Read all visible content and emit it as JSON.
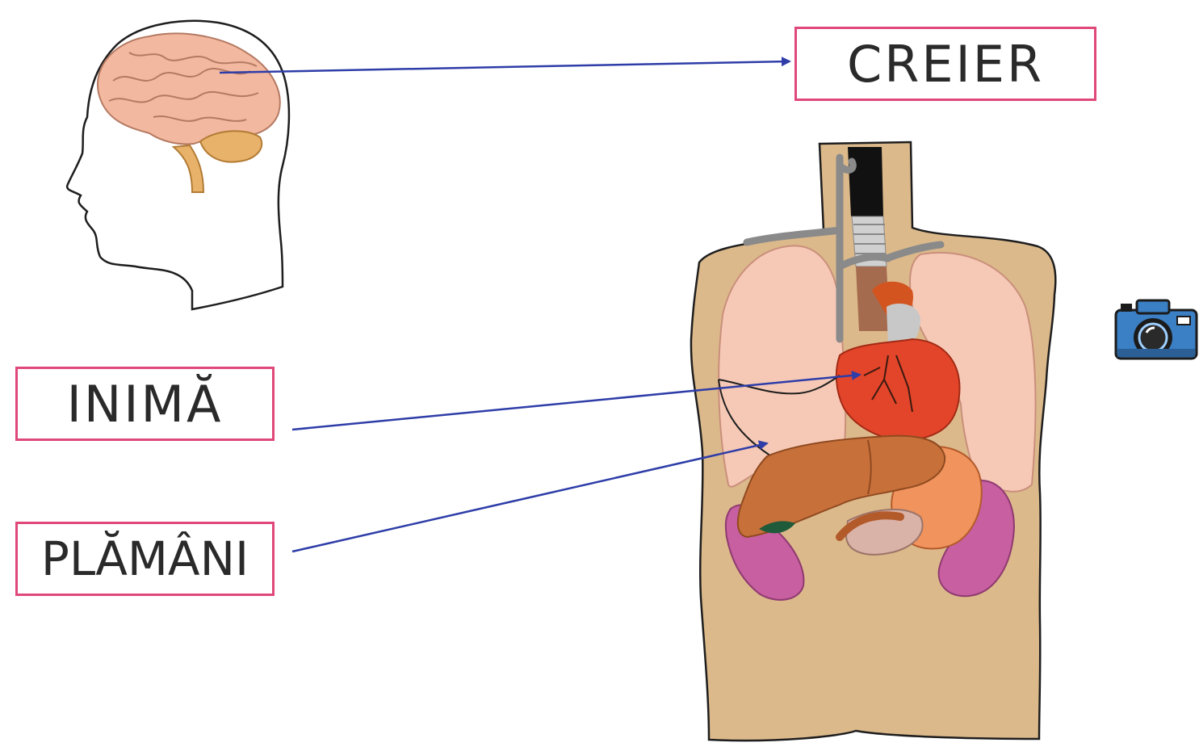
{
  "labels": {
    "brain": "CREIER",
    "heart": "INIMĂ",
    "lungs": "PLĂMÂNI"
  },
  "icons": {
    "camera": "camera-icon"
  },
  "colors": {
    "label_border": "#e0487a",
    "arrow": "#2e3da8",
    "skin": "#dcb98b",
    "lung": "#f6c9b6",
    "heart": "#e3452a",
    "liver": "#c8703a",
    "kidney": "#c75fa0",
    "brain": "#f2b9a0"
  }
}
